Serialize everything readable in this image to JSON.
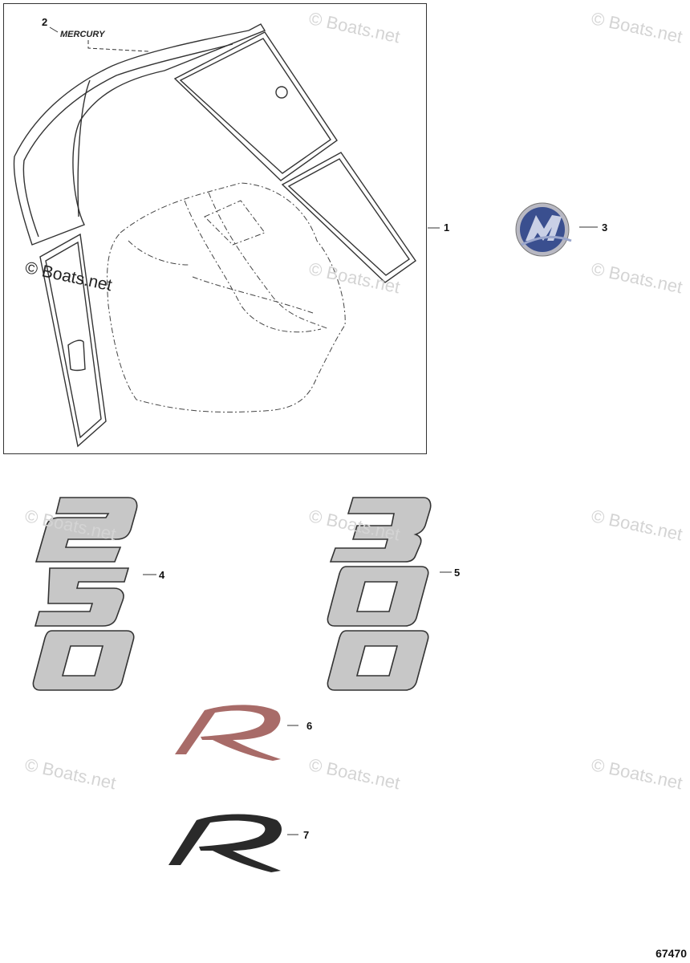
{
  "callouts": {
    "c1": "1",
    "c2": "2",
    "c3": "3",
    "c4": "4",
    "c5": "5",
    "c6": "6",
    "c7": "7"
  },
  "decal_text": "MERCURY",
  "watermark": "© Boats.net",
  "figure_number": "67470",
  "colors": {
    "digit_fill": "#c7c7c7",
    "r_red": "#a86b68",
    "r_black": "#2a2a2a",
    "m_logo_blue": "#3a4f8f"
  }
}
